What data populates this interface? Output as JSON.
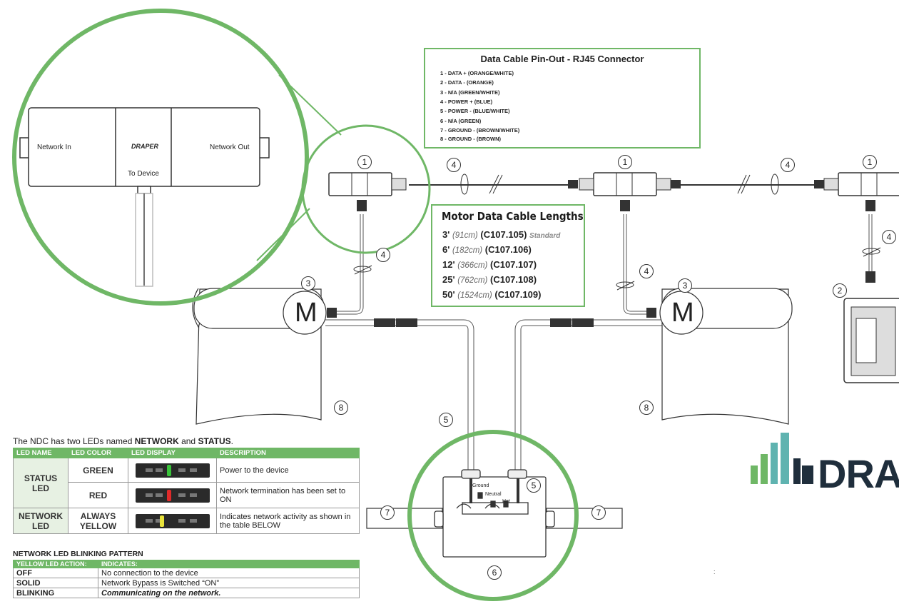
{
  "pinout": {
    "title": "Data Cable Pin-Out - RJ45 Connector",
    "pins": [
      {
        "label": "1 - DATA + (ORANGE/WHITE)",
        "color": "#e8612c",
        "style": "striped"
      },
      {
        "label": "2 - DATA - (ORANGE)",
        "color": "#e8612c",
        "style": "solid"
      },
      {
        "label": "3 - N/A (GREEN/WHITE)",
        "color": "#6fb766",
        "style": "dashed"
      },
      {
        "label": "4 - POWER + (BLUE)",
        "color": "#2a7bc0",
        "style": "solid"
      },
      {
        "label": "5 - POWER - (BLUE/WHITE)",
        "color": "#2a7bc0",
        "style": "dashed"
      },
      {
        "label": "6 - N/A (GREEN)",
        "color": "#6fb766",
        "style": "solid"
      },
      {
        "label": "7 - GROUND - (BROWN/WHITE)",
        "color": "#a0673a",
        "style": "striped"
      },
      {
        "label": "8 - GROUND - (BROWN)",
        "color": "#a0673a",
        "style": "solid"
      }
    ]
  },
  "ndc": {
    "network_in": "Network In",
    "network_out": "Network Out",
    "to_device": "To Device",
    "logo": "DRAPER"
  },
  "lengths": {
    "title": "Motor Data Cable Lengths",
    "rows": [
      {
        "ft": "3'",
        "cm": "(91cm)",
        "part": "(C107.105)",
        "note": "Standard"
      },
      {
        "ft": "6'",
        "cm": "(182cm)",
        "part": "(C107.106)",
        "note": ""
      },
      {
        "ft": "12'",
        "cm": "(366cm)",
        "part": "(C107.107)",
        "note": ""
      },
      {
        "ft": "25'",
        "cm": "(762cm)",
        "part": "(C107.108)",
        "note": ""
      },
      {
        "ft": "50'",
        "cm": "(1524cm)",
        "part": "(C107.109)",
        "note": ""
      }
    ]
  },
  "callouts": {
    "c1": "1",
    "c2": "2",
    "c3": "3",
    "c4": "4",
    "c5": "5",
    "c6": "6",
    "c7": "7",
    "c8": "8"
  },
  "junction": {
    "ground": "Ground",
    "neutral": "Neutral",
    "hot": "Hot"
  },
  "motor_label": "M",
  "led": {
    "intro_prefix": "The NDC has two LEDs named ",
    "network": "NETWORK",
    "and": " and ",
    "status": "STATUS",
    "period": ".",
    "headers": [
      "LED NAME",
      "LED COLOR",
      "LED DISPLAY",
      "DESCRIPTION"
    ],
    "rows": [
      {
        "name": "STATUS LED",
        "color": "GREEN",
        "lamp": "#39c33a",
        "desc": "Power to the device"
      },
      {
        "color": "RED",
        "lamp": "#e02a2a",
        "desc": "Network termination has been set to ON"
      },
      {
        "name": "NETWORK LED",
        "color": "ALWAYS YELLOW",
        "lamp": "#e8e23a",
        "desc": "Indicates network activity as shown in the table BELOW"
      }
    ]
  },
  "blink": {
    "title": "NETWORK LED BLINKING PATTERN",
    "headers": [
      "YELLOW LED ACTION:",
      "INDICATES:"
    ],
    "rows": [
      {
        "action": "OFF",
        "indicates": "No connection to the device"
      },
      {
        "action": "SOLID",
        "indicates": "Network Bypass is Switched “ON”"
      },
      {
        "action": "BLINKING",
        "indicates": "Communicating on the network."
      }
    ]
  },
  "brand": {
    "text": "DRA",
    "colors": [
      "#6fb766",
      "#5fb3b0",
      "#1f2e3c"
    ]
  },
  "tick_mark": ":"
}
